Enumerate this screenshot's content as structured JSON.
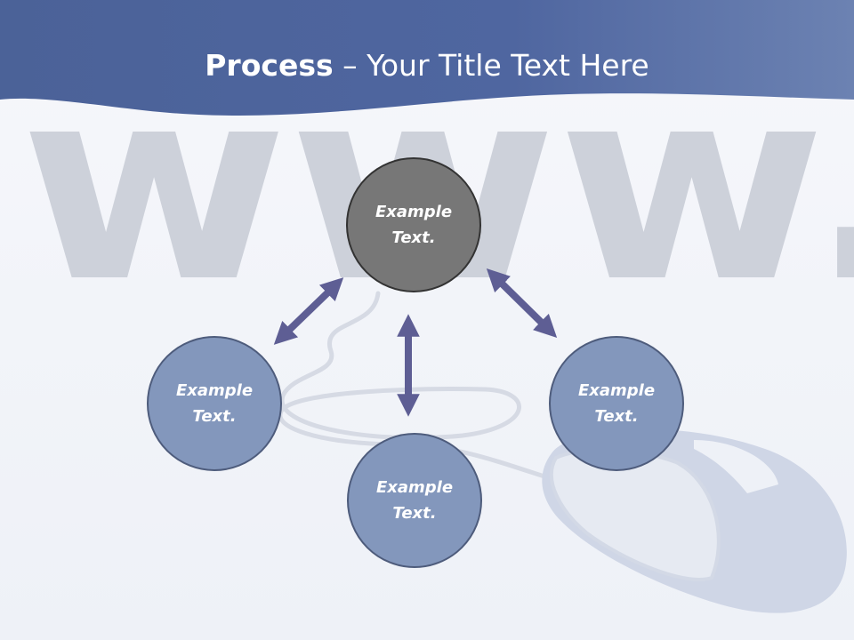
{
  "title": {
    "bold": "Process",
    "rest": " – Your Title Text Here"
  },
  "background": {
    "watermark_text": "www."
  },
  "nodes": {
    "center": {
      "line1": "Example",
      "line2": "Text."
    },
    "left": {
      "line1": "Example",
      "line2": "Text."
    },
    "right": {
      "line1": "Example",
      "line2": "Text."
    },
    "bottom": {
      "line1": "Example",
      "line2": "Text."
    }
  },
  "colors": {
    "header_band": "#4a6194",
    "center_fill": "#777777",
    "node_fill": "#8397bc",
    "arrow": "#5e5e94"
  }
}
